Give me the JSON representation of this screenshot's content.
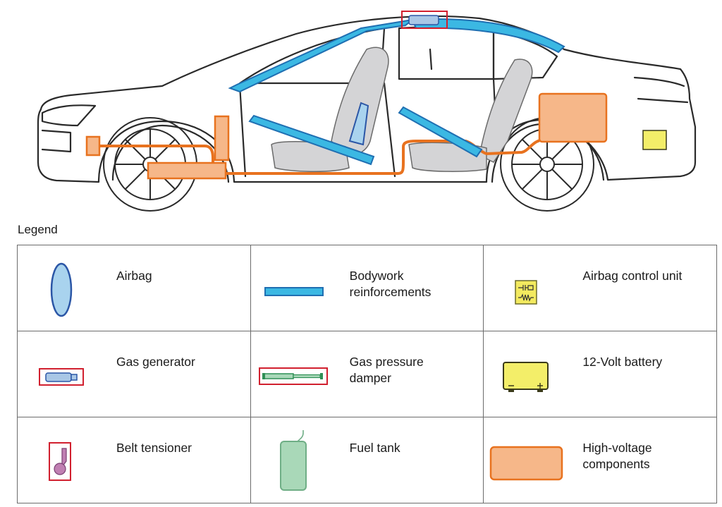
{
  "legend": {
    "title": "Legend",
    "items": [
      {
        "id": "airbag",
        "label": "Airbag"
      },
      {
        "id": "bodywork",
        "label": "Bodywork\nreinforcements"
      },
      {
        "id": "acu",
        "label": "Airbag control unit"
      },
      {
        "id": "gas-generator",
        "label": "Gas generator"
      },
      {
        "id": "gas-damper",
        "label": "Gas pressure\ndamper"
      },
      {
        "id": "battery-12v",
        "label": "12-Volt battery"
      },
      {
        "id": "belt-tensioner",
        "label": "Belt tensioner"
      },
      {
        "id": "fuel-tank",
        "label": "Fuel tank"
      },
      {
        "id": "hv",
        "label": "High-voltage\ncomponents"
      }
    ]
  },
  "colors": {
    "airbag_fill": "#a9d3ee",
    "airbag_stroke": "#2b56a6",
    "reinforcement_fill": "#3bb8e3",
    "reinforcement_stroke": "#1f6fb2",
    "highlight_box": "#d1202f",
    "acu_fill": "#f3ea5f",
    "battery_fill": "#f3ee69",
    "battery_stroke": "#3a3a1a",
    "belt_fill": "#c07fb2",
    "fuel_fill": "#a9d8b8",
    "fuel_stroke": "#6fae86",
    "hv_fill": "#f6b789",
    "hv_stroke": "#e8721f",
    "car_line": "#2a2a2a",
    "seat_fill": "#d4d4d6"
  }
}
